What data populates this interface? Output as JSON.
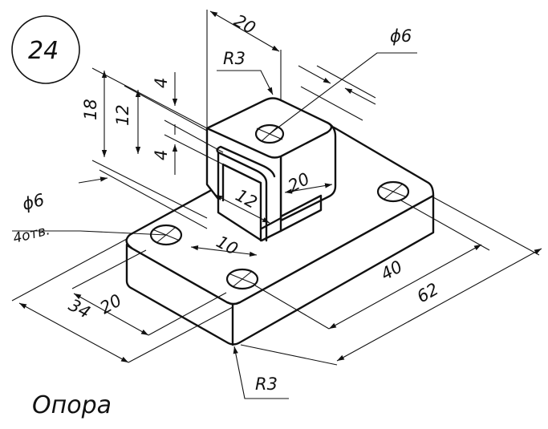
{
  "drawing": {
    "number": "24",
    "title": "Опора",
    "dimensions": {
      "top_width": "20",
      "top_radius": "R3",
      "top_hole_dia": "ϕ6",
      "height_total": "18",
      "height_mid": "12",
      "slot_upper": "4",
      "slot_lower": "4",
      "slot_depth": "12",
      "upright_height": "20",
      "base_holes_dia": "ϕ6",
      "base_holes_count": "4отв.",
      "slot_width": "10",
      "base_inner": "20",
      "base_depth": "34",
      "length_inner": "40",
      "length_total": "62",
      "base_radius": "R3"
    }
  }
}
